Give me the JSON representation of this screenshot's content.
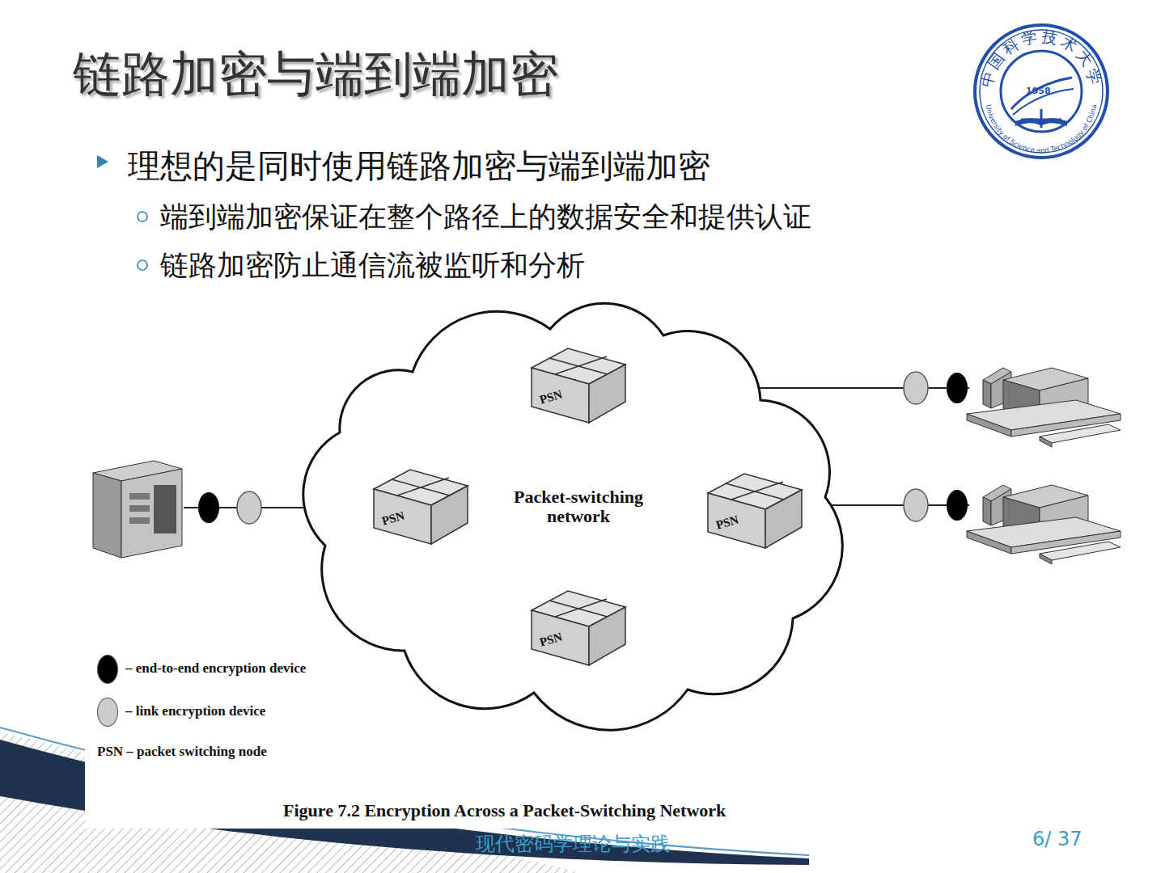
{
  "diagram": {
    "title": "链路加密与端到端加密",
    "caption": "Figure 7.2  Encryption Across a Packet-Switching Network",
    "nodes": [
      {
        "text": [
          "Packet-switching network"
        ]
      },
      {
        "text": [
          "PSN"
        ],
        "in": 0
      },
      {
        "text": [
          "PSN"
        ],
        "in": 0
      },
      {
        "text": [
          "PSN"
        ],
        "in": 0
      },
      {
        "text": [
          "PSN"
        ],
        "in": 0
      }
    ],
    "edges": [
      {
        "from": 2,
        "to": 1,
        "arrow": "none"
      },
      {
        "from": 1,
        "to": 3,
        "arrow": "none"
      },
      {
        "from": 2,
        "to": 4,
        "arrow": "none"
      },
      {
        "from": 4,
        "to": 3,
        "arrow": "none"
      }
    ],
    "labels": [
      "理想的是同时使用链路加密与端到端加密",
      "端到端加密保证在整个路径上的数据安全和提供认证",
      "链路加密防止通信流被监听和分析",
      "现代密码学理论与实践",
      "6/ 37",
      "1958",
      "中国科学技术大学",
      "University of Science and Technology of China"
    ],
    "legend": [
      {
        "text": "– end-to-end encryption device",
        "color": "#000000"
      },
      {
        "text": "– link encryption device",
        "color": "#cccccc"
      },
      {
        "text": "PSN – packet switching node"
      }
    ]
  }
}
